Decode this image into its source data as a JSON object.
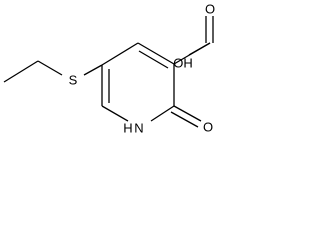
{
  "molecule": {
    "atoms": {
      "s": "S",
      "o_h": "OH",
      "o": "O",
      "o_acid": "O",
      "n": "N",
      "h": "H"
    },
    "colors": {
      "ink": "#000000",
      "background": "#ffffff"
    }
  }
}
